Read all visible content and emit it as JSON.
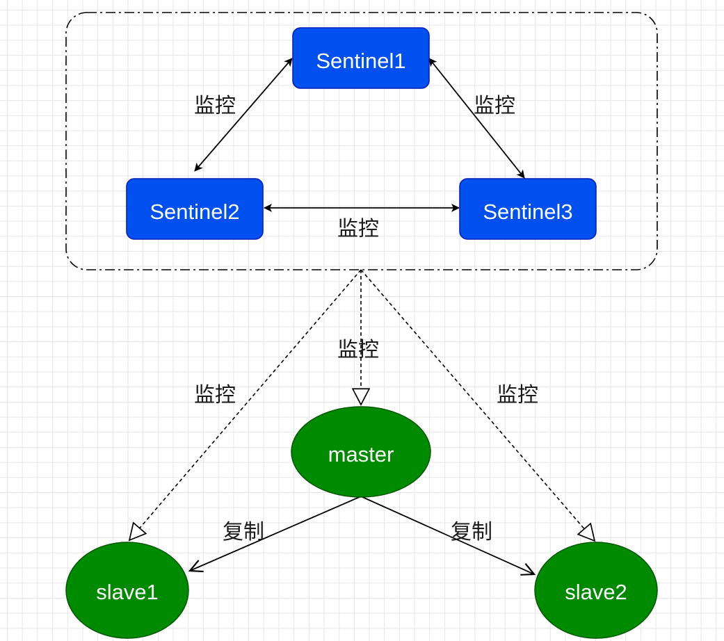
{
  "diagram": {
    "nodes": {
      "sentinel1": {
        "label": "Sentinel1"
      },
      "sentinel2": {
        "label": "Sentinel2"
      },
      "sentinel3": {
        "label": "Sentinel3"
      },
      "master": {
        "label": "master"
      },
      "slave1": {
        "label": "slave1"
      },
      "slave2": {
        "label": "slave2"
      }
    },
    "edge_labels": {
      "s1_s2": "监控",
      "s1_s3": "监控",
      "s2_s3": "监控",
      "group_master": "监控",
      "group_slave1": "监控",
      "group_slave2": "监控",
      "master_slave1": "复制",
      "master_slave2": "复制"
    },
    "colors": {
      "sentinel_fill": "#0050ef",
      "sentinel_stroke": "#001dbc",
      "redis_fill": "#008a00",
      "redis_stroke": "#005700",
      "edge": "#000000",
      "grid": "#e6e6e6"
    }
  }
}
